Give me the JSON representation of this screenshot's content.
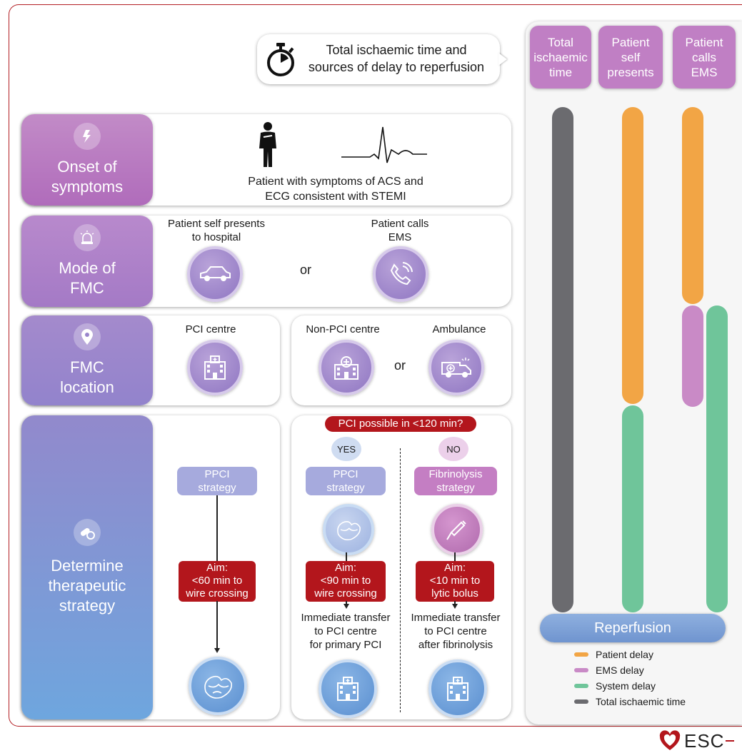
{
  "header": {
    "title_line1": "Total ischaemic time and",
    "title_line2": "sources of delay to reperfusion"
  },
  "columns": {
    "total": [
      "Total",
      "ischaemic",
      "time"
    ],
    "self": [
      "Patient",
      "self",
      "presents"
    ],
    "ems": [
      "Patient",
      "calls",
      "EMS"
    ]
  },
  "rows": {
    "onset": {
      "label1": "Onset of",
      "label2": "symptoms",
      "text1": "Patient with symptoms of ACS and",
      "text2": "ECG consistent with STEMI"
    },
    "mode": {
      "label1": "Mode of",
      "label2": "FMC",
      "self1": "Patient self presents",
      "self2": "to hospital",
      "ems1": "Patient calls",
      "ems2": "EMS",
      "or": "or"
    },
    "location": {
      "label1": "FMC",
      "label2": "location",
      "pci": "PCI centre",
      "nonpci": "Non-PCI centre",
      "ambulance": "Ambulance",
      "or": "or"
    },
    "strategy": {
      "label1": "Determine",
      "label2": "therapeutic",
      "label3": "strategy",
      "question": "PCI possible in <120 min?",
      "yes": "YES",
      "no": "NO",
      "ppci1": "PPCI",
      "ppci2": "strategy",
      "fib1": "Fibrinolysis",
      "fib2": "strategy",
      "aim60": [
        "Aim:",
        "<60 min to",
        "wire crossing"
      ],
      "aim90": [
        "Aim:",
        "<90 min to",
        "wire crossing"
      ],
      "aim10": [
        "Aim:",
        "<10 min to",
        "lytic bolus"
      ],
      "transfer_yes": [
        "Immediate transfer",
        "to PCI centre",
        "for primary PCI"
      ],
      "transfer_no": [
        "Immediate transfer",
        "to PCI centre",
        "after fibrinolysis"
      ]
    }
  },
  "reperfusion": "Reperfusion",
  "legend": [
    {
      "label": "Patient delay",
      "color": "#f2a545"
    },
    {
      "label": "EMS delay",
      "color": "#c98ac6"
    },
    {
      "label": "System delay",
      "color": "#6fc59a"
    },
    {
      "label": "Total ischaemic time",
      "color": "#6b6b6f"
    }
  ],
  "colors": {
    "accent_red": "#b3161c",
    "purple_label": "#b37fc4",
    "blue_label": "#7d9ad4"
  },
  "logo": "ESC"
}
